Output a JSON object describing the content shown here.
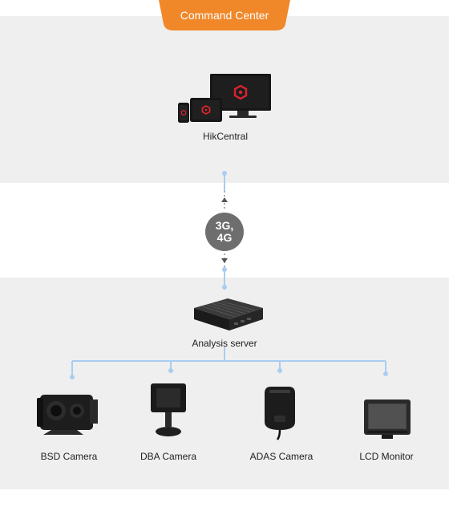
{
  "header": {
    "tab_label": "Command Center",
    "accent_color": "#f0882a"
  },
  "hikcentral": {
    "label": "HikCentral",
    "logo_color": "#d9232e"
  },
  "network": {
    "line1": "3G,",
    "line2": "4G"
  },
  "server": {
    "label": "Analysis server"
  },
  "endpoints": [
    {
      "label": "BSD Camera"
    },
    {
      "label": "DBA Camera"
    },
    {
      "label": "ADAS Camera"
    },
    {
      "label": "LCD Monitor"
    }
  ],
  "connector_color": "#a9cdf1"
}
